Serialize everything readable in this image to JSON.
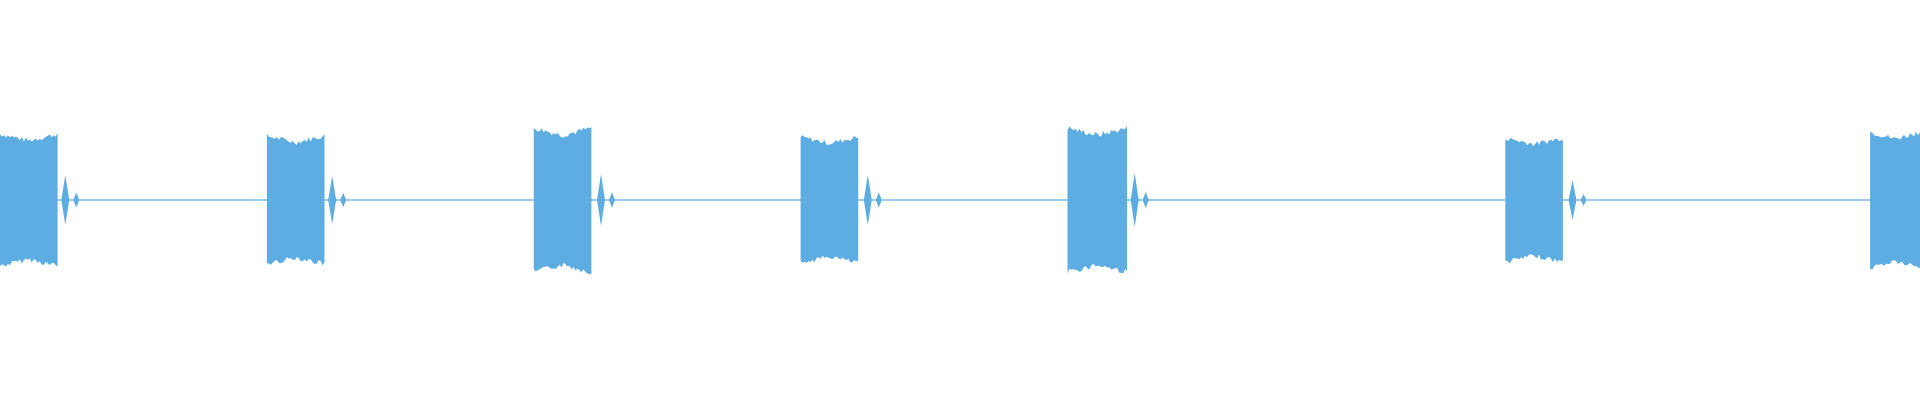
{
  "waveform": {
    "color": "#5dade2",
    "background": "#ffffff",
    "bursts": [
      {
        "start": 0.0,
        "end": 0.03,
        "amplitude": 0.66
      },
      {
        "start": 0.139,
        "end": 0.169,
        "amplitude": 0.64
      },
      {
        "start": 0.278,
        "end": 0.308,
        "amplitude": 0.72
      },
      {
        "start": 0.417,
        "end": 0.447,
        "amplitude": 0.63
      },
      {
        "start": 0.556,
        "end": 0.587,
        "amplitude": 0.72
      },
      {
        "start": 0.784,
        "end": 0.814,
        "amplitude": 0.62
      },
      {
        "start": 0.974,
        "end": 1.0,
        "amplitude": 0.68
      }
    ],
    "clicks": [
      {
        "at": 0.034,
        "amplitude": 0.25
      },
      {
        "at": 0.173,
        "amplitude": 0.24
      },
      {
        "at": 0.313,
        "amplitude": 0.26
      },
      {
        "at": 0.452,
        "amplitude": 0.25
      },
      {
        "at": 0.591,
        "amplitude": 0.27
      },
      {
        "at": 0.819,
        "amplitude": 0.2
      }
    ],
    "baseline_noise": 0.01
  }
}
